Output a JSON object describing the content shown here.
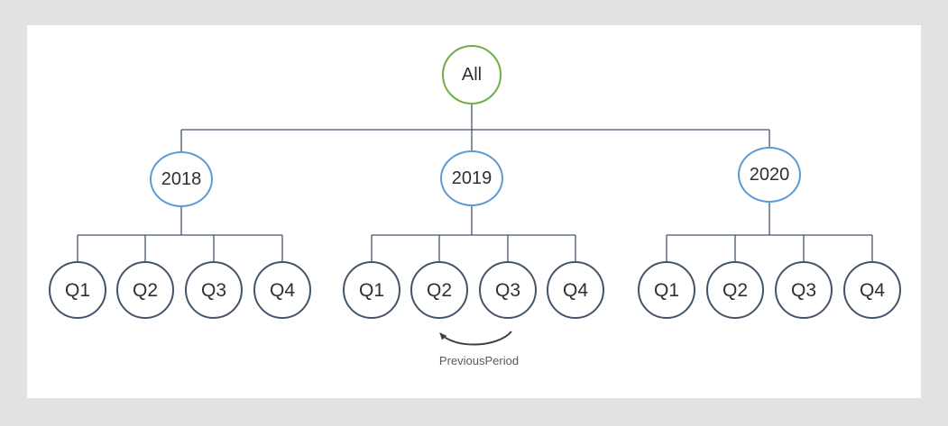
{
  "diagram": {
    "root": {
      "label": "All"
    },
    "years": [
      {
        "label": "2018",
        "quarters": [
          "Q1",
          "Q2",
          "Q3",
          "Q4"
        ]
      },
      {
        "label": "2019",
        "quarters": [
          "Q1",
          "Q2",
          "Q3",
          "Q4"
        ]
      },
      {
        "label": "2020",
        "quarters": [
          "Q1",
          "Q2",
          "Q3",
          "Q4"
        ]
      }
    ],
    "annotation": {
      "label": "PreviousPeriod",
      "branch": "2019",
      "from": "Q3",
      "to": "Q2"
    },
    "colors": {
      "root-stroke": "#6fae44",
      "year-stroke": "#5b9bd5",
      "quarter-stroke": "#44546a",
      "connector": "#44546a",
      "arrow": "#404040",
      "annotation-text": "#595959",
      "node-text": "#2f2f2f",
      "background": "#e2e2e2",
      "canvas": "#ffffff"
    }
  }
}
